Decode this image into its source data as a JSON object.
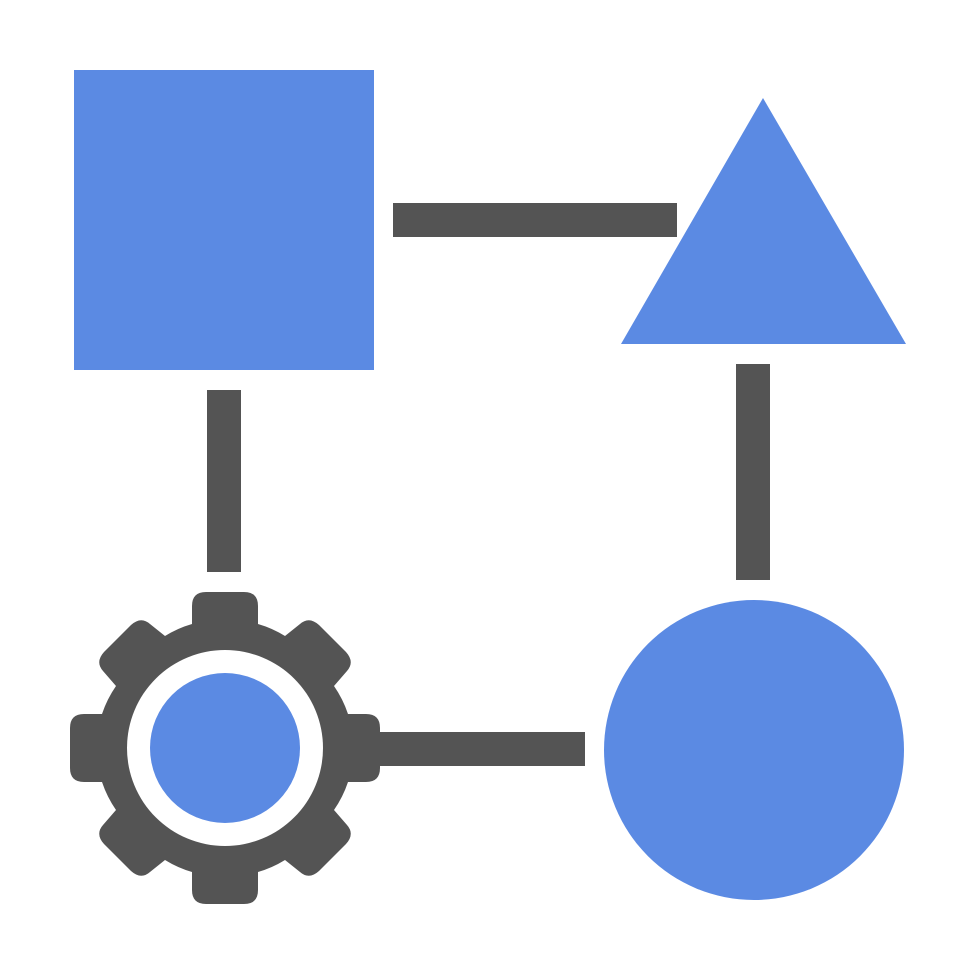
{
  "icon": {
    "name": "workflow-shapes-icon",
    "nodes": [
      "square",
      "triangle",
      "circle",
      "gear"
    ],
    "connectors": [
      "square-to-triangle",
      "triangle-to-circle",
      "circle-to-gear",
      "gear-to-square"
    ]
  },
  "colors": {
    "background": "#ffffff",
    "shape_fill": "#5b8ae3",
    "connector_fill": "#545454"
  }
}
